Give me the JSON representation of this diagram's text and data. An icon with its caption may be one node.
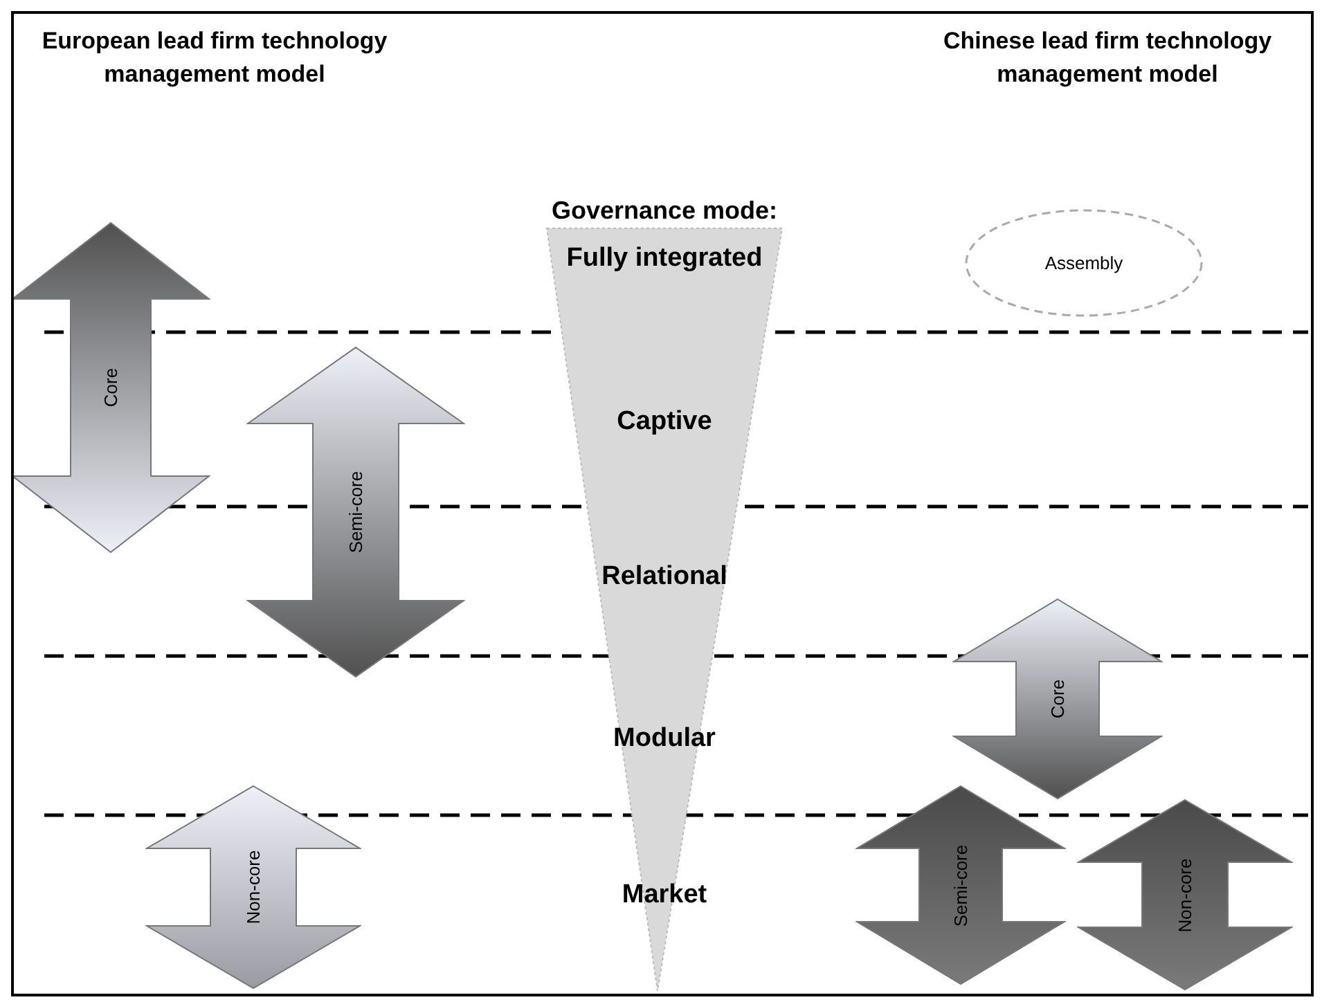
{
  "diagram": {
    "nodes": [
      {
        "text": [
          "Governance mode:",
          "Fully integrated",
          "Captive",
          "Relational",
          "Modular",
          "Market"
        ]
      },
      {
        "text": [
          "Assembly"
        ]
      },
      {
        "text": [
          "Core"
        ]
      },
      {
        "text": [
          "Semi-core"
        ]
      },
      {
        "text": [
          "Core"
        ]
      },
      {
        "text": [
          "Non-core"
        ]
      },
      {
        "text": [
          "Semi-core"
        ]
      },
      {
        "text": [
          "Non-core"
        ]
      }
    ],
    "edges": [],
    "labels": [
      "European lead firm technology management model",
      "Chinese lead firm technology management model"
    ]
  }
}
